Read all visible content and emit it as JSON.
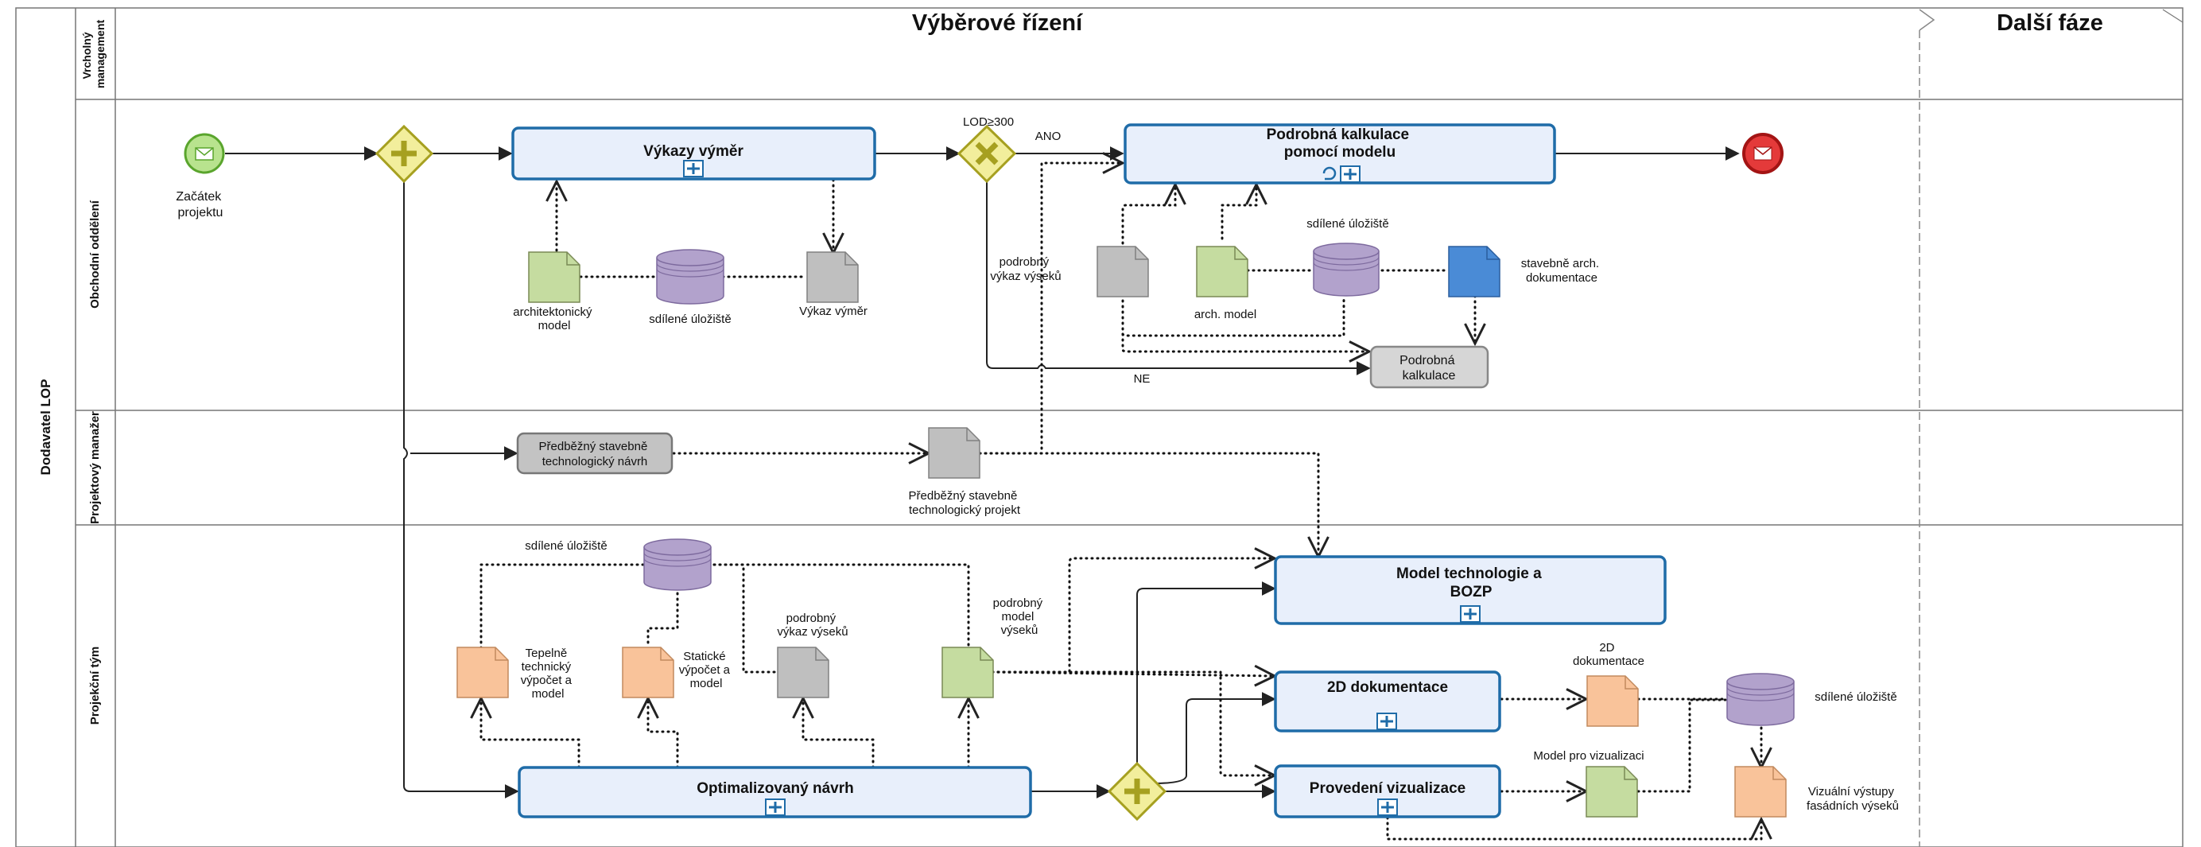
{
  "pool": {
    "label": "Dodavatel LOP"
  },
  "lanes": {
    "top": "Vrcholný management",
    "sales": "Obchodní oddělení",
    "pm": "Projektový manažer",
    "team": "Projekční tým"
  },
  "phases": {
    "main": "Výběrové řízení",
    "next": "Další fáze"
  },
  "events": {
    "start": "Začátek projektu"
  },
  "gateways": {
    "condition": "LOD≥300",
    "yes": "ANO",
    "no": "NE"
  },
  "tasks": {
    "vykazy": "Výkazy výměr",
    "kalkulace_line1": "Podrobná kalkulace",
    "kalkulace_line2": "pomocí modelu",
    "predbezny_line1": "Předběžný stavebně",
    "predbezny_line2": "technologický návrh",
    "optimalizovany": "Optimalizovaný návrh",
    "model_tech_line1": "Model technologie a",
    "model_tech_line2": "BOZP",
    "dok2d": "2D dokumentace",
    "vizualizace": "Provedení  vizualizace",
    "kalkulace_small_line1": "Podrobná",
    "kalkulace_small_line2": "kalkulace"
  },
  "artifacts": {
    "arch_model": [
      "architektonický",
      "model"
    ],
    "sdilene": "sdílené úložiště",
    "vykaz_vymer": "Výkaz výměr",
    "podrobny_vykaz": [
      "podrobný",
      "výkaz výseků"
    ],
    "arch_model2": "arch. model",
    "stavebne_arch": [
      "stavebně arch.",
      "dokumentace"
    ],
    "predbezny_projekt": [
      "Předběžný stavebně",
      "technologický projekt"
    ],
    "tepelne": [
      "Tepelně",
      "technický",
      "výpočet a",
      "model"
    ],
    "staticke": [
      "Statické",
      "výpočet a",
      "model"
    ],
    "podrobny_model": [
      "podrobný",
      "model",
      "výseků"
    ],
    "dok2d_doc": [
      "2D",
      "dokumentace"
    ],
    "model_vizualizace": "Model pro vizualizaci",
    "vizualni": [
      "Vizuální výstupy",
      "fasádních výseků"
    ]
  },
  "colors": {
    "task_fill": "#e8effb",
    "task_stroke": "#1f6ca8",
    "gray_task_fill": "#c8c8c8",
    "gateway_fill": "#f2ee9c",
    "gateway_stroke": "#a6a020",
    "start_fill": "#b8e38e",
    "start_stroke": "#5aa52d",
    "end_fill": "#e43a3a",
    "end_stroke": "#a31414",
    "doc_green": "#c5dca0",
    "doc_gray": "#bfbfbf",
    "doc_orange": "#f9c39a",
    "doc_blue": "#4a8bd6",
    "db_fill": "#b2a2cc",
    "lane_line": "#777777"
  }
}
